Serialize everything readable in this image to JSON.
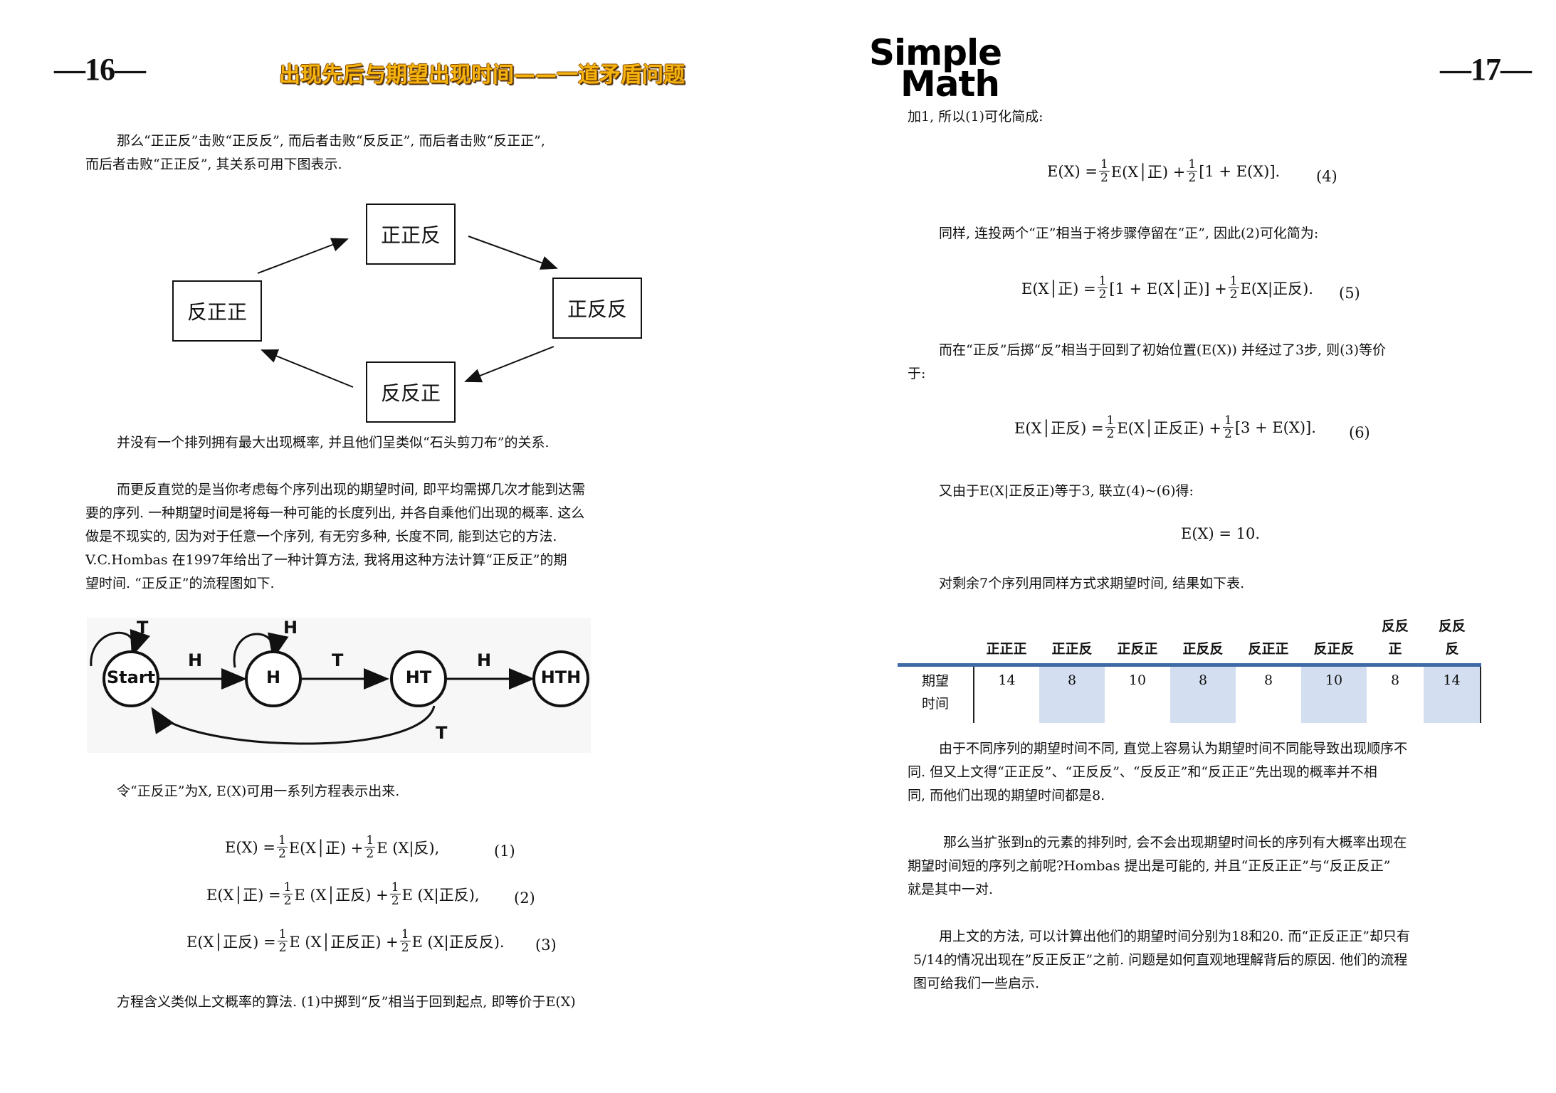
{
  "left": {
    "page_number": "—16—",
    "header_title": "出现先后与期望出现时间——一道矛盾问题",
    "para1_lines": [
      "那么“正正反”击败“正反反”, 而后者击败“反反正”, 而后者击败“反正正”,",
      "而后者击败“正正反”, 其关系可用下图表示."
    ],
    "cycle": {
      "top": "正正反",
      "right": "正反反",
      "bottom": "反反正",
      "left": "反正正"
    },
    "para2": "并没有一个排列拥有最大出现概率, 并且他们呈类似“石头剪刀布”的关系.",
    "para3_lines": [
      "而更反直觉的是当你考虑每个序列出现的期望时间, 即平均需掷几次才能到达需",
      "要的序列. 一种期望时间是将每一种可能的长度列出, 并各自乘他们出现的概率. 这么",
      "做是不现实的, 因为对于任意一个序列, 有无穷多种, 长度不同, 能到达它的方法.",
      "V.C.Hombas 在1997年给出了一种计算方法, 我将用这种方法计算“正反正”的期",
      "望时间. “正反正”的流程图如下."
    ],
    "flow": {
      "states": [
        "Start",
        "H",
        "HT",
        "HTH"
      ],
      "labels": {
        "start_self": "T",
        "h_self": "H",
        "start_h": "H",
        "h_ht": "T",
        "ht_hth": "H",
        "ht_start": "T"
      }
    },
    "para4": "令“正反正”为X, E(X)可用一系列方程表示出来.",
    "eq1": {
      "lhs": "E(X) = ",
      "f1": [
        "1",
        "2"
      ],
      "t1": "E(X│正) + ",
      "f2": [
        "1",
        "2"
      ],
      "t2": " E (X|反),",
      "no": "(1)"
    },
    "eq2": {
      "lhs": "E(X│正) = ",
      "f1": [
        "1",
        "2"
      ],
      "t1": " E (X│正反) + ",
      "f2": [
        "1",
        "2"
      ],
      "t2": "E (X|正反),",
      "no": "(2)"
    },
    "eq3": {
      "lhs": "E(X│正反) = ",
      "f1": [
        "1",
        "2"
      ],
      "t1": " E (X│正反正) + ",
      "f2": [
        "1",
        "2"
      ],
      "t2": "E (X|正反反).",
      "no": "(3)"
    },
    "para5": "方程含义类似上文概率的算法. (1)中掷到“反”相当于回到起点, 即等价于E(X)"
  },
  "right": {
    "logo_line1": "Simple",
    "logo_line2": "Math",
    "page_number": "—17—",
    "para1": "加1, 所以(1)可化简成:",
    "eq4": {
      "lhs": "E(X) = ",
      "f1": [
        "1",
        "2"
      ],
      "t1": "E(X│正) + ",
      "f2": [
        "1",
        "2"
      ],
      "t2": "[1 + E(X)].",
      "no": "(4)"
    },
    "para2": "同样, 连投两个“正”相当于将步骤停留在“正”, 因此(2)可化简为:",
    "eq5": {
      "lhs": "E(X│正) = ",
      "f1": [
        "1",
        "2"
      ],
      "t1": "[1 + E(X│正)] + ",
      "f2": [
        "1",
        "2"
      ],
      "t2": "E(X|正反).",
      "no": "(5)"
    },
    "para3_lines": [
      "而在“正反”后掷“反”相当于回到了初始位置(E(X)) 并经过了3步, 则(3)等价",
      "于:"
    ],
    "eq6": {
      "lhs": "E(X│正反) = ",
      "f1": [
        "1",
        "2"
      ],
      "t1": "E(X│正反正) + ",
      "f2": [
        "1",
        "2"
      ],
      "t2": "[3 + E(X)].",
      "no": "(6)"
    },
    "para4": "又由于E(X|正反正)等于3, 联立(4)~(6)得:",
    "eq7": "E(X) = 10.",
    "para5": "对剩余7个序列用同样方式求期望时间, 结果如下表.",
    "table": {
      "headers": [
        "正正正",
        "正正反",
        "正反正",
        "正反反",
        "反正正",
        "反正反",
        "反反正",
        "反反反"
      ],
      "row_label": "期望时间",
      "values": [
        "14",
        "8",
        "10",
        "8",
        "8",
        "10",
        "8",
        "14"
      ],
      "shade_color": "#d3dff0",
      "rule_color": "#3e6aa6"
    },
    "para6_lines": [
      "由于不同序列的期望时间不同, 直觉上容易认为期望时间不同能导致出现顺序不",
      "同. 但又上文得“正正反”、“正反反”、“反反正”和“反正正”先出现的概率并不相",
      "同, 而他们出现的期望时间都是8."
    ],
    "para7_lines": [
      "那么当扩张到n的元素的排列时, 会不会出现期望时间长的序列有大概率出现在",
      "期望时间短的序列之前呢?Hombas 提出是可能的, 并且“正反正正”与“反正反正”",
      "就是其中一对."
    ],
    "para8_lines": [
      "用上文的方法, 可以计算出他们的期望时间分别为18和20. 而“正反正正”却只有",
      "5/14的情况出现在”反正反正”之前. 问题是如何直观地理解背后的原因. 他们的流程",
      "图可给我们一些启示."
    ]
  }
}
